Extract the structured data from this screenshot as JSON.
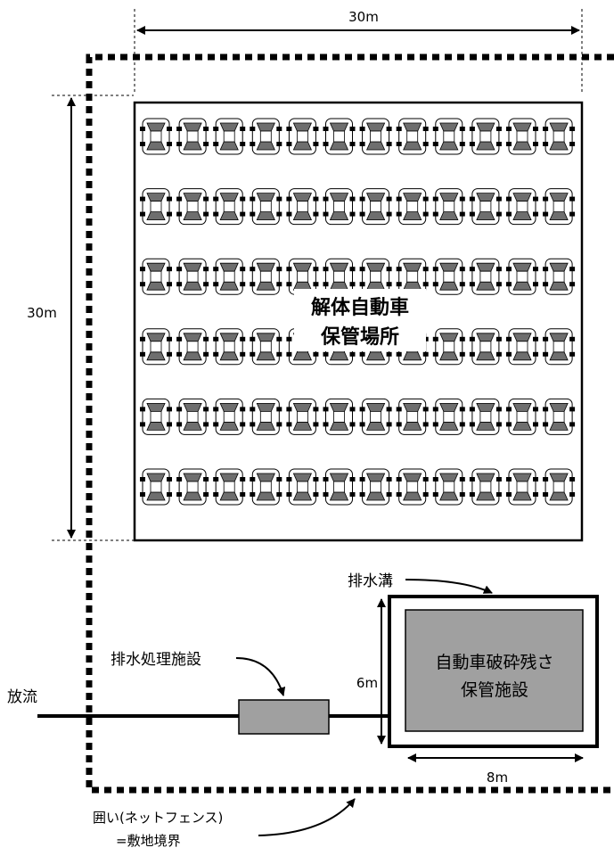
{
  "dimensions": {
    "top_width": "30m",
    "left_height": "30m",
    "facility_height": "6m",
    "facility_width": "8m"
  },
  "storage_yard": {
    "label_line1": "解体自動車",
    "label_line2": "保管場所",
    "car_rows": 6,
    "car_columns": 12
  },
  "drainage_ditch": {
    "label": "排水溝"
  },
  "debris_facility": {
    "label_line1": "自動車破砕残さ",
    "label_line2": "保管施設"
  },
  "treatment_facility": {
    "label": "排水処理施設"
  },
  "discharge": {
    "label": "放流"
  },
  "fence": {
    "label_line1": "囲い(ネットフェンス)",
    "label_line2": "=敷地境界"
  }
}
